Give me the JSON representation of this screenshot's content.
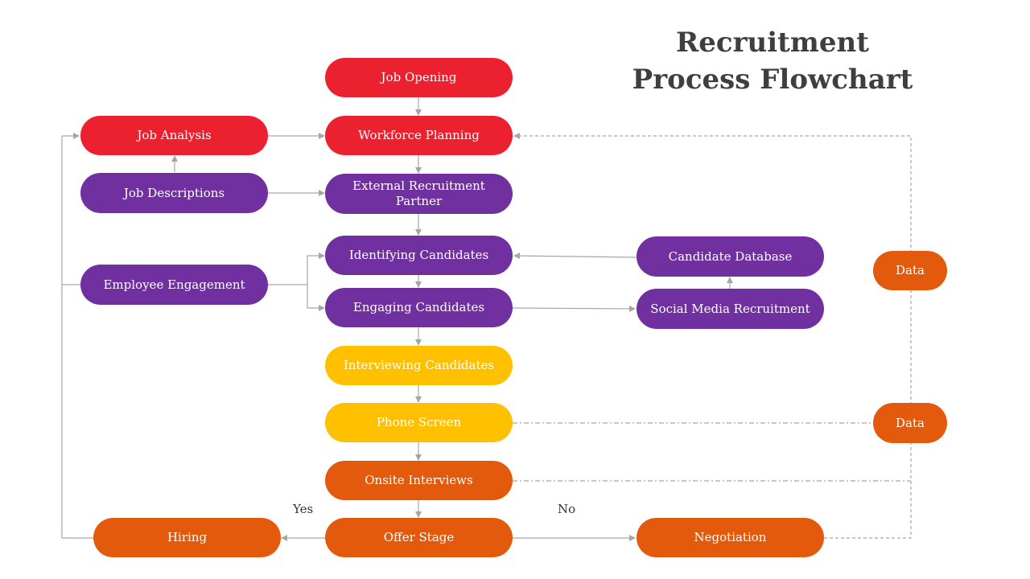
{
  "title": {
    "line1": "Recruitment",
    "line2": "Process Flowchart"
  },
  "nodes": {
    "job_opening": "Job Opening",
    "workforce_planning": "Workforce Planning",
    "external_recruitment_partner": "External Recruitment Partner",
    "identifying_candidates": "Identifying Candidates",
    "engaging_candidates": "Engaging Candidates",
    "interviewing_candidates": "Interviewing Candidates",
    "phone_screen": "Phone Screen",
    "onsite_interviews": "Onsite Interviews",
    "offer_stage": "Offer Stage",
    "job_analysis": "Job Analysis",
    "job_descriptions": "Job Descriptions",
    "employee_engagement": "Employee Engagement",
    "hiring": "Hiring",
    "candidate_database": "Candidate Database",
    "social_media_recruitment": "Social Media Recruitment",
    "negotiation": "Negotiation",
    "data_top": "Data",
    "data_bottom": "Data"
  },
  "labels": {
    "yes": "Yes",
    "no": "No"
  },
  "colors": {
    "red": "#ec212f",
    "purple": "#7030a0",
    "yellow": "#ffc000",
    "orange": "#e35a0c",
    "connector": "#a6a6a6",
    "title": "#3f3f3f"
  }
}
